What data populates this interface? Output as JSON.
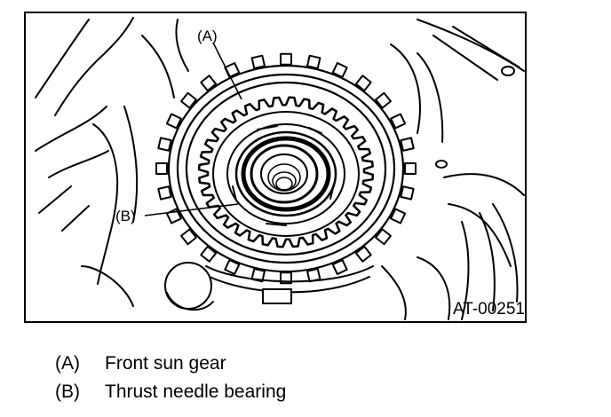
{
  "figure": {
    "callouts": [
      {
        "key": "a",
        "label": "(A)"
      },
      {
        "key": "b",
        "label": "(B)"
      }
    ],
    "figure_id": "AT-00251"
  },
  "legend": {
    "items": [
      {
        "key": "(A)",
        "text": "Front sun gear"
      },
      {
        "key": "(B)",
        "text": "Thrust needle bearing"
      }
    ]
  }
}
